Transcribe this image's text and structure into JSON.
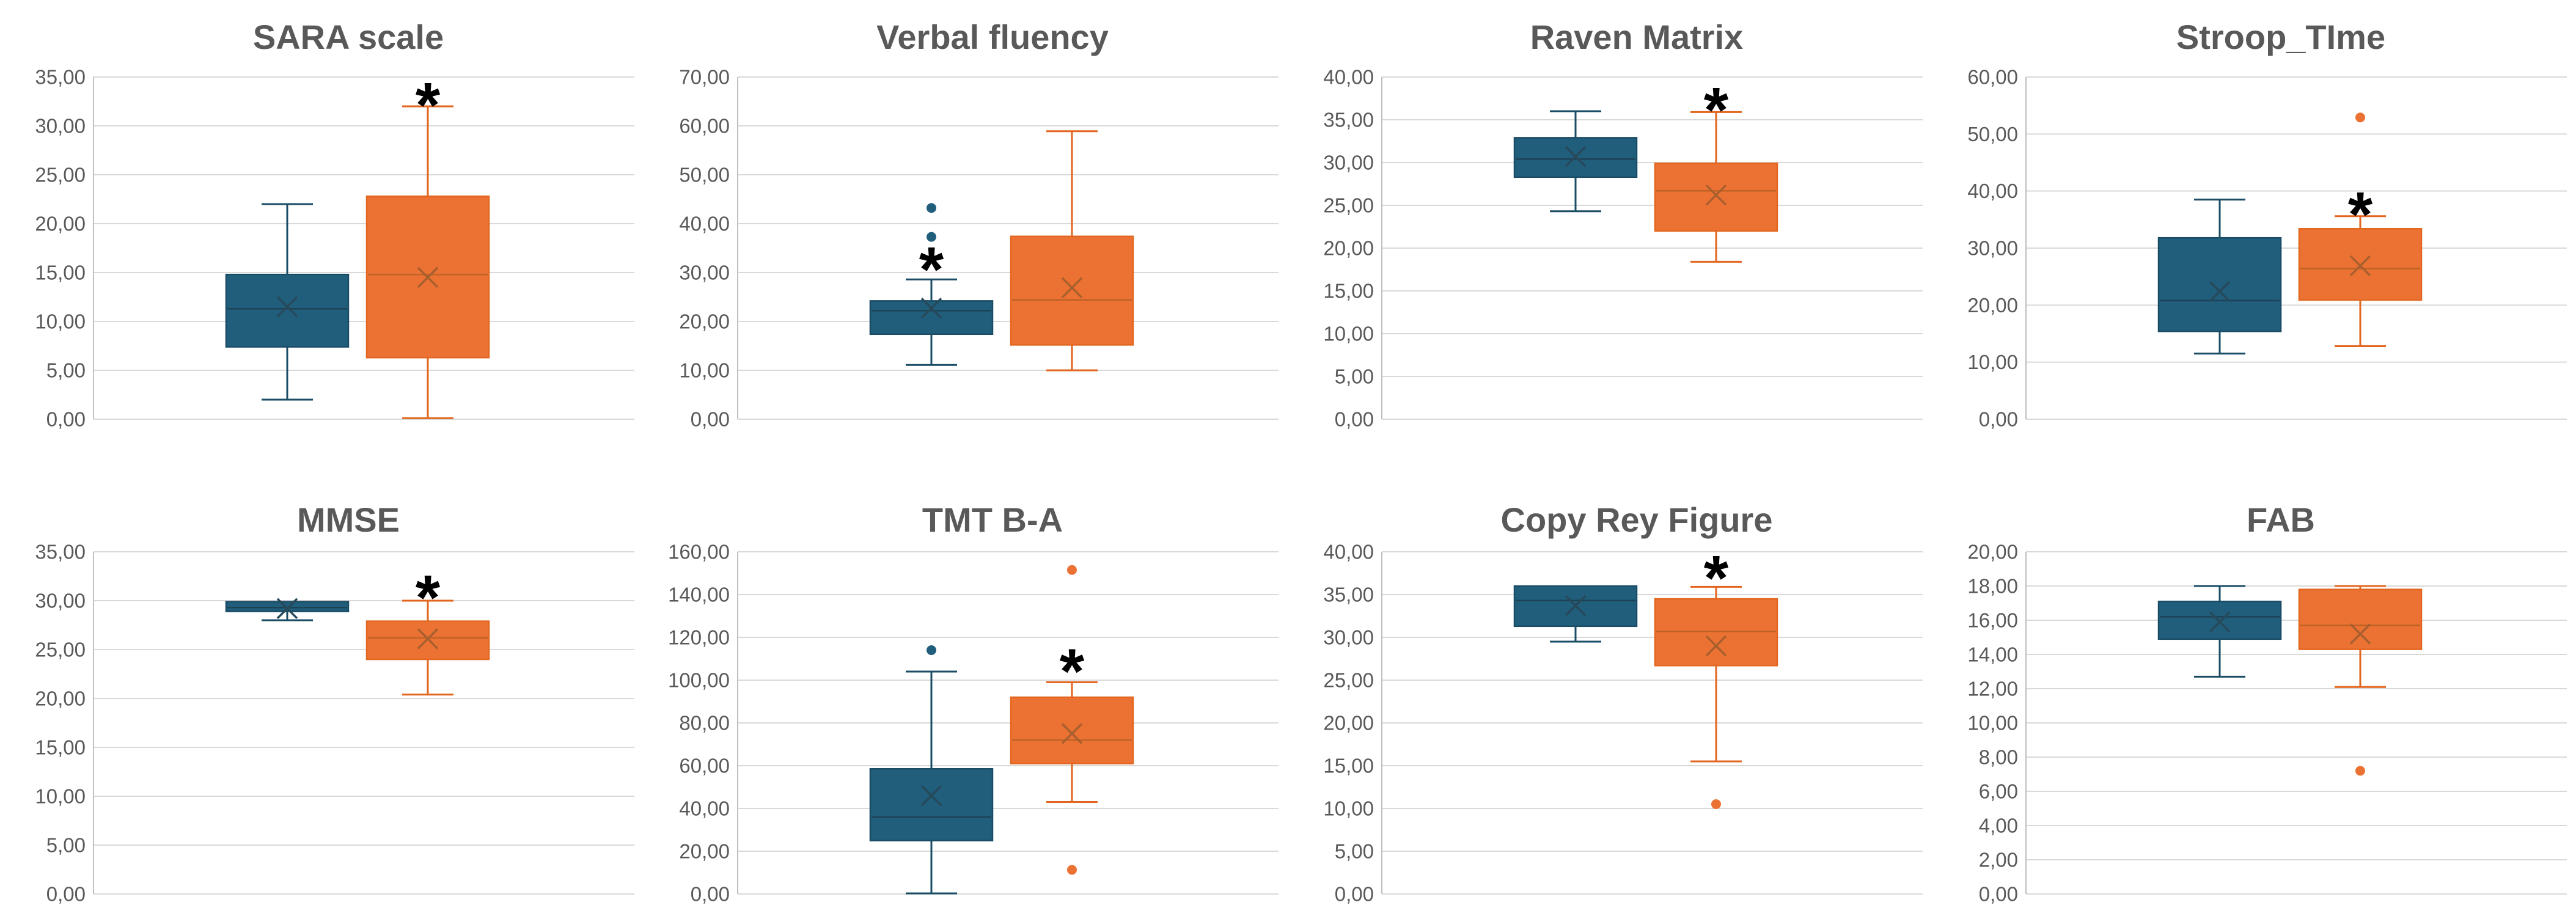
{
  "page": {
    "background": "#FFFFFF"
  },
  "styles": {
    "title_color": "#595959",
    "tick_color": "#595959",
    "gridline_color": "#D9D9D9",
    "axis_line_color": "#BFBFBF",
    "star_color": "#000000",
    "star_symbol": "*",
    "blue": {
      "fill": "#205E7C",
      "stroke": "#1A4C65",
      "median": "#1D4254",
      "mean": "#27495A"
    },
    "orange": {
      "fill": "#EC7233",
      "stroke": "#E2661F",
      "median": "#BE6226",
      "mean": "#A85F2E"
    }
  },
  "chart_data": [
    {
      "type": "box",
      "title": "SARA scale",
      "row": 0,
      "col": 0,
      "ylim": [
        0,
        35
      ],
      "ystep": 5,
      "grid": true,
      "legend": "none",
      "yticks": [
        "35,00",
        "30,00",
        "25,00",
        "20,00",
        "15,00",
        "10,00",
        "5,00",
        "0,00"
      ],
      "series": [
        {
          "color_key": "blue",
          "whisker_low": 2.0,
          "q1": 7.4,
          "median": 11.3,
          "mean": 11.5,
          "q3": 14.8,
          "whisker_high": 22.0,
          "outliers": []
        },
        {
          "color_key": "orange",
          "whisker_low": 0.1,
          "q1": 6.3,
          "median": 14.8,
          "mean": 14.5,
          "q3": 22.8,
          "whisker_high": 32.0,
          "outliers": []
        }
      ],
      "significance_star": {
        "series_index": 1,
        "value": 33.4
      }
    },
    {
      "type": "box",
      "title": "Verbal fluency",
      "row": 0,
      "col": 1,
      "ylim": [
        0,
        70
      ],
      "ystep": 10,
      "grid": true,
      "legend": "none",
      "yticks": [
        "70,00",
        "60,00",
        "50,00",
        "40,00",
        "30,00",
        "20,00",
        "10,00",
        "0,00"
      ],
      "series": [
        {
          "color_key": "blue",
          "whisker_low": 11.1,
          "q1": 17.4,
          "median": 22.2,
          "mean": 22.7,
          "q3": 24.2,
          "whisker_high": 28.6,
          "outliers": [
            37.3,
            43.2
          ]
        },
        {
          "color_key": "orange",
          "whisker_low": 10.0,
          "q1": 15.2,
          "median": 24.4,
          "mean": 26.9,
          "q3": 37.4,
          "whisker_high": 58.9,
          "outliers": []
        }
      ],
      "significance_star": {
        "series_index": 0,
        "value": 33.2
      }
    },
    {
      "type": "box",
      "title": "Raven Matrix",
      "row": 0,
      "col": 2,
      "ylim": [
        0,
        40
      ],
      "ystep": 5,
      "grid": true,
      "legend": "none",
      "yticks": [
        "40,00",
        "35,00",
        "30,00",
        "25,00",
        "20,00",
        "15,00",
        "10,00",
        "5,00",
        "0,00"
      ],
      "series": [
        {
          "color_key": "blue",
          "whisker_low": 24.3,
          "q1": 28.3,
          "median": 30.4,
          "mean": 30.7,
          "q3": 32.9,
          "whisker_high": 36.0,
          "outliers": []
        },
        {
          "color_key": "orange",
          "whisker_low": 18.4,
          "q1": 22.0,
          "median": 26.7,
          "mean": 26.2,
          "q3": 29.9,
          "whisker_high": 35.9,
          "outliers": []
        }
      ],
      "significance_star": {
        "series_index": 1,
        "value": 37.6
      }
    },
    {
      "type": "box",
      "title": "Stroop_TIme",
      "row": 0,
      "col": 3,
      "ylim": [
        0,
        60
      ],
      "ystep": 10,
      "grid": true,
      "legend": "none",
      "yticks": [
        "60,00",
        "50,00",
        "40,00",
        "30,00",
        "20,00",
        "10,00",
        "0,00"
      ],
      "series": [
        {
          "color_key": "blue",
          "whisker_low": 11.5,
          "q1": 15.4,
          "median": 20.8,
          "mean": 22.4,
          "q3": 31.8,
          "whisker_high": 38.5,
          "outliers": []
        },
        {
          "color_key": "orange",
          "whisker_low": 12.8,
          "q1": 20.9,
          "median": 26.4,
          "mean": 26.9,
          "q3": 33.4,
          "whisker_high": 35.6,
          "outliers": [
            52.9
          ]
        }
      ],
      "significance_star": {
        "series_index": 1,
        "value": 38.1
      }
    },
    {
      "type": "box",
      "title": "MMSE",
      "row": 1,
      "col": 0,
      "ylim": [
        0,
        35
      ],
      "ystep": 5,
      "grid": true,
      "legend": "none",
      "yticks": [
        "35,00",
        "30,00",
        "25,00",
        "20,00",
        "15,00",
        "10,00",
        "5,00",
        "0,00"
      ],
      "series": [
        {
          "color_key": "blue",
          "whisker_low": 28.0,
          "q1": 28.9,
          "median": 29.3,
          "mean": 29.2,
          "q3": 29.9,
          "whisker_high": 29.9,
          "outliers": []
        },
        {
          "color_key": "orange",
          "whisker_low": 20.4,
          "q1": 24.0,
          "median": 26.2,
          "mean": 26.1,
          "q3": 27.9,
          "whisker_high": 30.0,
          "outliers": []
        }
      ],
      "significance_star": {
        "series_index": 1,
        "value": 31.6
      }
    },
    {
      "type": "box",
      "title": "TMT B-A",
      "row": 1,
      "col": 1,
      "ylim": [
        0,
        160
      ],
      "ystep": 20,
      "grid": true,
      "legend": "none",
      "yticks": [
        "160,00",
        "140,00",
        "120,00",
        "100,00",
        "80,00",
        "60,00",
        "40,00",
        "20,00",
        "0,00"
      ],
      "series": [
        {
          "color_key": "blue",
          "whisker_low": 0.3,
          "q1": 25.0,
          "median": 36.0,
          "mean": 46.0,
          "q3": 58.5,
          "whisker_high": 104.0,
          "outliers": [
            114.0
          ]
        },
        {
          "color_key": "orange",
          "whisker_low": 43.0,
          "q1": 61.0,
          "median": 72.0,
          "mean": 75.0,
          "q3": 92.0,
          "whisker_high": 99.0,
          "outliers": [
            151.5,
            11.3
          ]
        }
      ],
      "significance_star": {
        "series_index": 1,
        "value": 110.0
      }
    },
    {
      "type": "box",
      "title": "Copy Rey Figure",
      "row": 1,
      "col": 2,
      "ylim": [
        0,
        40
      ],
      "ystep": 5,
      "grid": true,
      "legend": "none",
      "yticks": [
        "40,00",
        "35,00",
        "30,00",
        "25,00",
        "20,00",
        "15,00",
        "10,00",
        "5,00",
        "0,00"
      ],
      "series": [
        {
          "color_key": "blue",
          "whisker_low": 29.5,
          "q1": 31.3,
          "median": 34.3,
          "mean": 33.7,
          "q3": 36.0,
          "whisker_high": 36.0,
          "outliers": []
        },
        {
          "color_key": "orange",
          "whisker_low": 15.5,
          "q1": 26.7,
          "median": 30.7,
          "mean": 29.0,
          "q3": 34.5,
          "whisker_high": 35.9,
          "outliers": [
            10.5
          ]
        }
      ],
      "significance_star": {
        "series_index": 1,
        "value": 38.4
      }
    },
    {
      "type": "box",
      "title": "FAB",
      "row": 1,
      "col": 3,
      "ylim": [
        0,
        20
      ],
      "ystep": 2,
      "grid": true,
      "legend": "none",
      "yticks": [
        "20,00",
        "18,00",
        "16,00",
        "14,00",
        "12,00",
        "10,00",
        "8,00",
        "6,00",
        "4,00",
        "2,00",
        "0,00"
      ],
      "series": [
        {
          "color_key": "blue",
          "whisker_low": 12.7,
          "q1": 14.9,
          "median": 16.2,
          "mean": 15.9,
          "q3": 17.1,
          "whisker_high": 18.0,
          "outliers": []
        },
        {
          "color_key": "orange",
          "whisker_low": 12.1,
          "q1": 14.3,
          "median": 15.7,
          "mean": 15.2,
          "q3": 17.8,
          "whisker_high": 18.0,
          "outliers": [
            7.2
          ]
        }
      ],
      "significance_star": null
    }
  ]
}
